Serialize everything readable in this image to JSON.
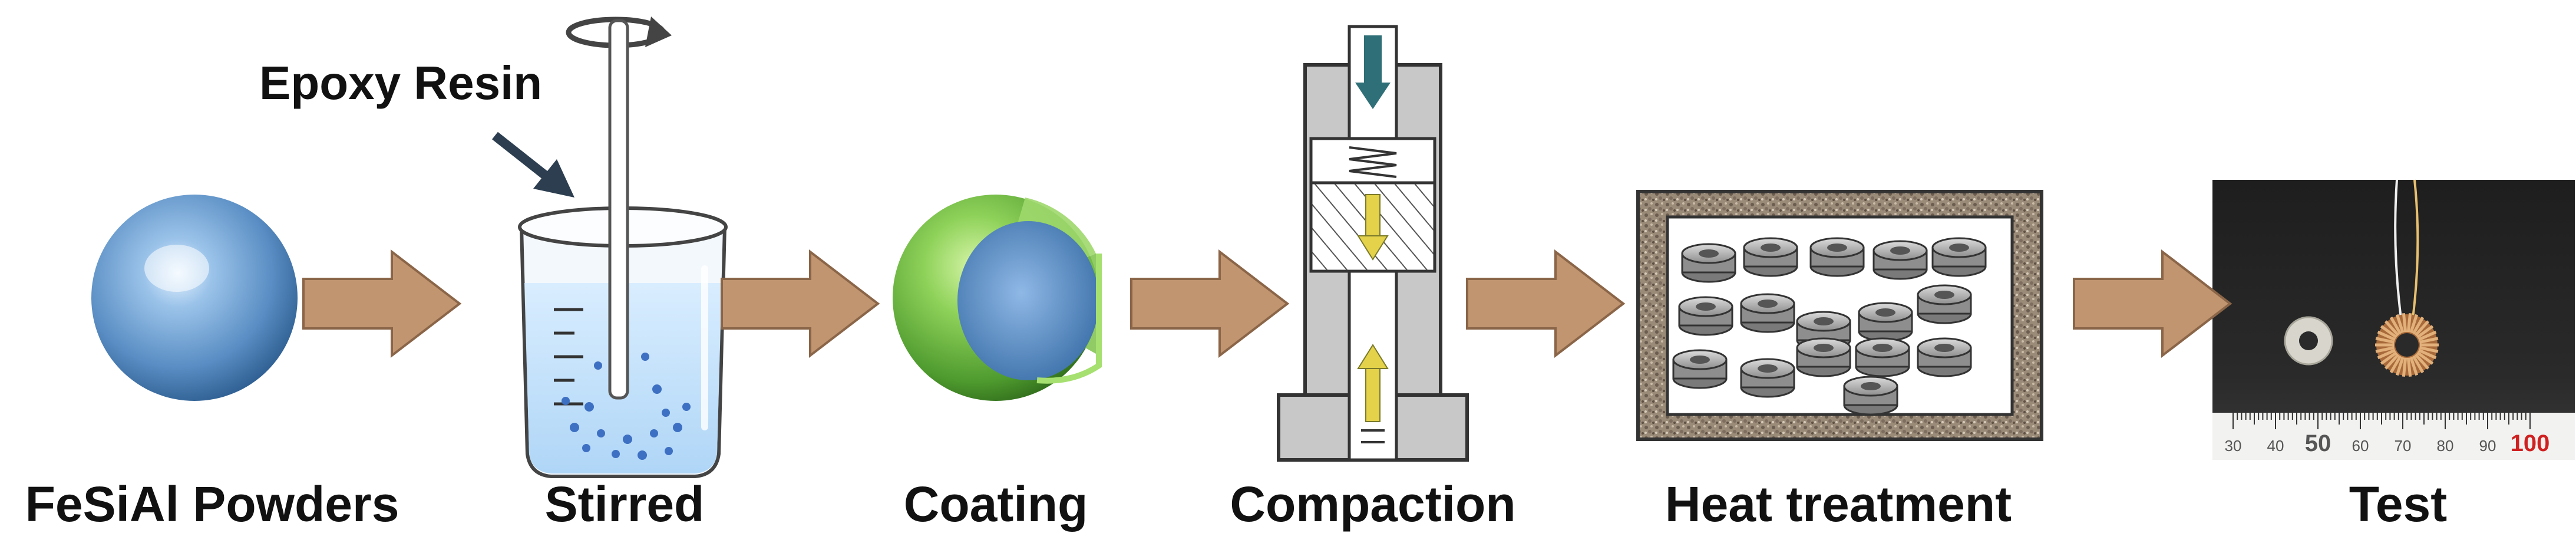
{
  "diagram": {
    "annotation": "Epoxy Resin",
    "steps": [
      {
        "label": "FeSiAl Powders",
        "icon": "sphere-icon"
      },
      {
        "label": "Stirred",
        "icon": "beaker-icon"
      },
      {
        "label": "Coating",
        "icon": "coated-sphere-icon"
      },
      {
        "label": "Compaction",
        "icon": "press-die-icon"
      },
      {
        "label": "Heat treatment",
        "icon": "furnace-icon"
      },
      {
        "label": "Test",
        "icon": "toroid-photo-icon"
      }
    ],
    "arrow_icon": "right-arrow-icon",
    "ruler_ticks": [
      "30",
      "40",
      "50",
      "60",
      "70",
      "80",
      "90",
      "100"
    ],
    "colors": {
      "arrow_fill": "#C09570",
      "arrow_stroke": "#8A6548",
      "powder_blue": "#6F9FD0",
      "coating_green": "#6DBF45",
      "press_gray": "#C8C8C8",
      "press_arrow_teal": "#2F6F77",
      "press_arrow_yellow": "#E3D24A",
      "ruler_red": "#D02020"
    }
  }
}
